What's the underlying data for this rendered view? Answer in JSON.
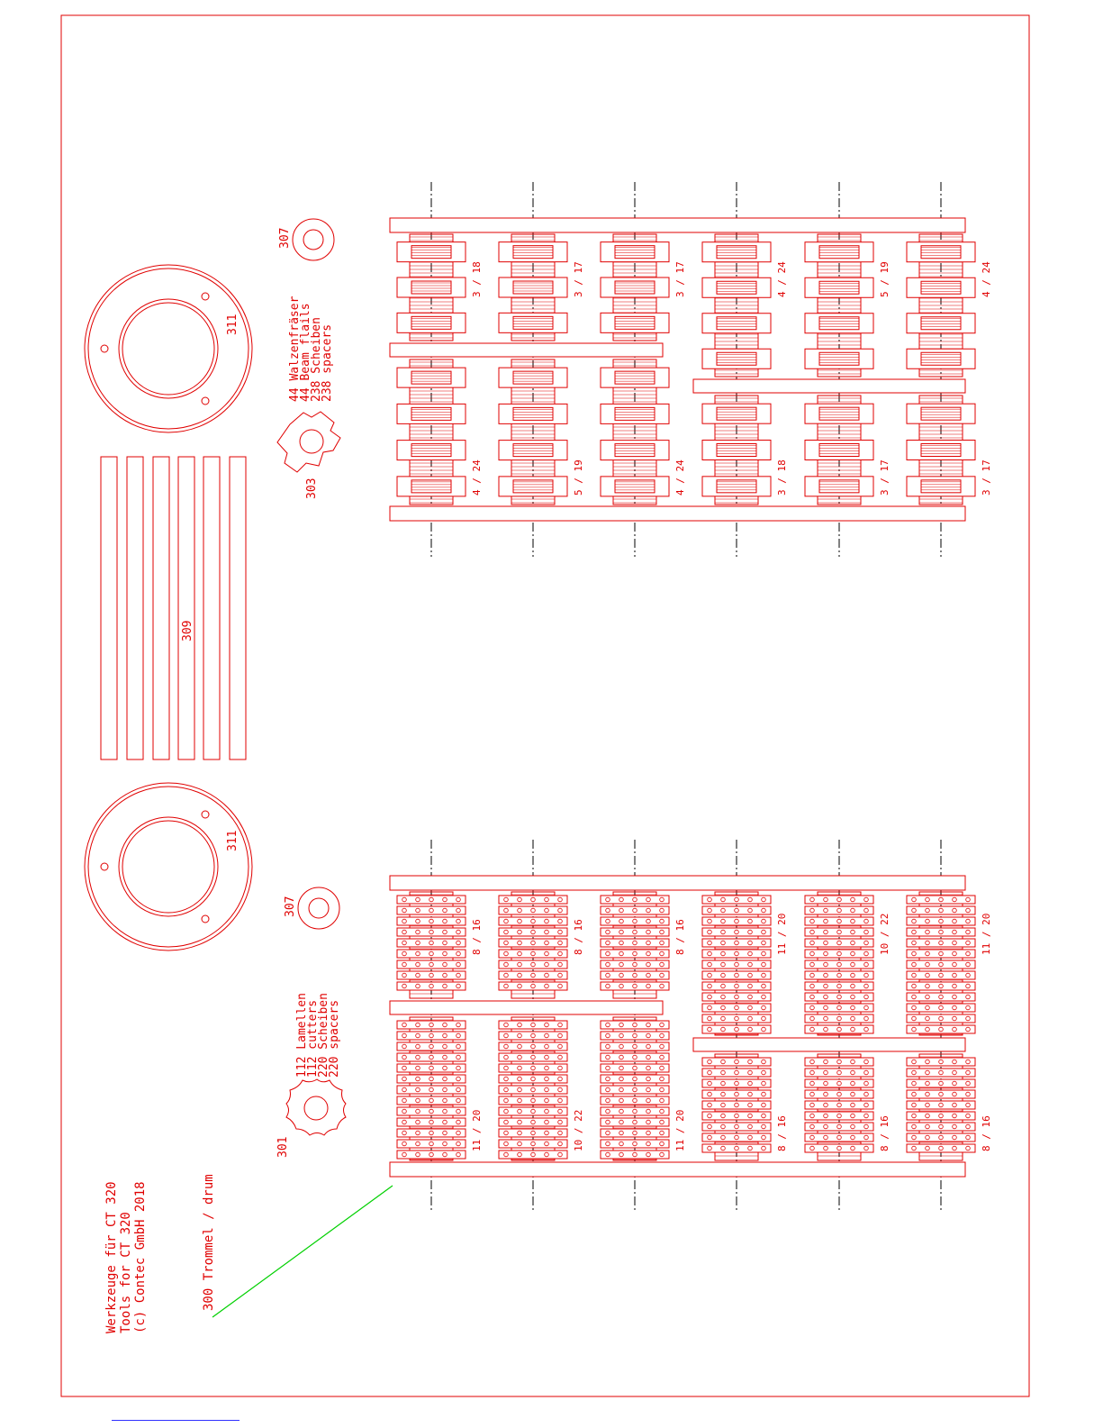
{
  "colors": {
    "line": "#e00000",
    "leader": "#00d000",
    "axis": "#000000",
    "link": "#3030ff"
  },
  "title_block": {
    "line1": "Werkzeuge für CT 320",
    "line2": "Tools for CT 320",
    "line3": "(c) Contec GmbH 2018"
  },
  "labels": {
    "drum": "300 Trommel / drum",
    "lamellen_cutter_num": "301",
    "beam_flail_cutter_num": "303",
    "spacer_ring": "307",
    "shaft": "309",
    "flange": "311"
  },
  "lamellen_legend": [
    "112 Lamellen",
    "112 cutters",
    "220 Scheiben",
    "220 spacers"
  ],
  "flail_legend": [
    "44 Walzenfräser",
    "44 Beam flails",
    "238 Scheiben",
    "238 spacers"
  ],
  "flail_drum": {
    "left_half": [
      "4 / 24",
      "5 / 19",
      "4 / 24",
      "3 / 18",
      "3 / 17",
      "3 / 17"
    ],
    "right_half": [
      "3 / 18",
      "3 / 17",
      "3 / 17",
      "4 / 24",
      "5 / 19",
      "4 / 24"
    ]
  },
  "lamellen_drum": {
    "left_half": [
      "11 / 20",
      "10 / 22",
      "11 / 20",
      "8 / 16",
      "8 / 16",
      "8 / 16"
    ],
    "right_half": [
      "8 / 16",
      "8 / 16",
      "8 / 16",
      "11 / 20",
      "10 / 22",
      "11 / 20"
    ]
  }
}
